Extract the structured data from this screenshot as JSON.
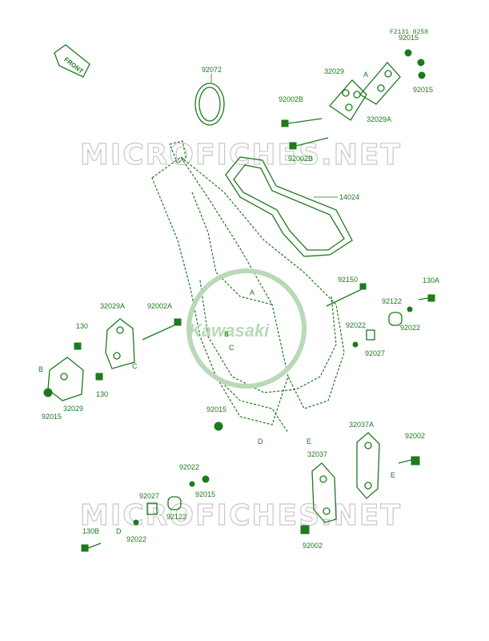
{
  "diagram": {
    "code": "F2131 0258",
    "front_label": "FRONT",
    "brand": "Kawasaki",
    "watermark": "MICROFICHES.NET",
    "colors": {
      "line": "#1d7a1d",
      "watermark": "#c8c8c8",
      "background": "#ffffff"
    },
    "parts": {
      "p92072": "92072",
      "p92015_top": "92015",
      "p32029_top": "32029",
      "p92015_right": "92015",
      "p32029A_top": "32029A",
      "p92002B_a": "92002B",
      "p92002B_b": "92002B",
      "p14024": "14024",
      "p92150": "92150",
      "p130A": "130A",
      "p92122_r": "92122",
      "p92022_r1": "92022",
      "p92022_r2": "92022",
      "p92027_r": "92027",
      "p32029A_left": "32029A",
      "p92002A": "92002A",
      "p130_a": "130",
      "p130_b": "130",
      "p32029_left": "32029",
      "p92015_left": "92015",
      "p92015_mid": "92015",
      "p32037A": "32037A",
      "p92002_r": "92002",
      "p32037": "32037",
      "p92002_b": "92002",
      "p92022_bot": "92022",
      "p92027_bot": "92027",
      "p92015_bot": "92015",
      "p92122_bot": "92122",
      "p130B": "130B",
      "p92022_bot2": "92022"
    },
    "refs": {
      "A_top": "A",
      "A_frame": "A",
      "B_left": "B",
      "B_frame": "B",
      "C_left": "C",
      "C_frame": "C",
      "D_frame": "D",
      "D_bot": "D",
      "E_frame": "E",
      "E_right": "E"
    }
  }
}
